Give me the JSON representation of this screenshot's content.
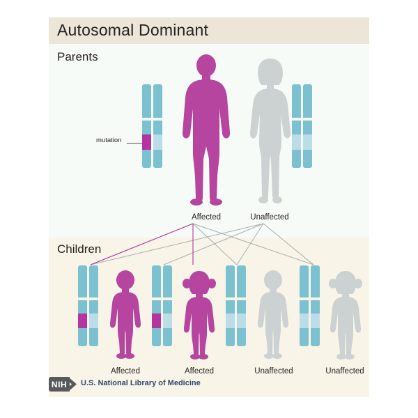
{
  "page": {
    "title": "Autosomal Dominant",
    "background_color": "#ffffff"
  },
  "colors": {
    "title_band": "#ece5d8",
    "parents_panel": "#f7fbf7",
    "children_panel": "#f8f4e8",
    "chromosome_teal": "#7cc1cf",
    "mutation_band": "#b4359f",
    "normal_band": "#bbdde7",
    "affected_figure": "#b5459f",
    "unaffected_figure": "#ccd1d1",
    "inheritance_line_affected": "#b4359f",
    "inheritance_line_normal": "#a9aeae",
    "leader_line": "#58595b",
    "text": "#231f20",
    "nih_box": "#58595b",
    "nih_text": "#2e4a6b"
  },
  "sections": {
    "parents": {
      "label": "Parents"
    },
    "children": {
      "label": "Children"
    }
  },
  "annotations": {
    "mutation_label": "mutation"
  },
  "parents": [
    {
      "id": "father",
      "sex": "male",
      "status": "Affected",
      "figure_color": "#b5459f",
      "chromosomes": {
        "left": {
          "band_type": "mutation",
          "band_color": "#b4359f"
        },
        "right": {
          "band_type": "normal",
          "band_color": "#bbdde7"
        }
      },
      "chromosome_side": "left"
    },
    {
      "id": "mother",
      "sex": "female",
      "status": "Unaffected",
      "figure_color": "#ccd1d1",
      "chromosomes": {
        "left": {
          "band_type": "normal",
          "band_color": "#bbdde7"
        },
        "right": {
          "band_type": "normal",
          "band_color": "#bbdde7"
        }
      },
      "chromosome_side": "right"
    }
  ],
  "children": [
    {
      "id": "child-1",
      "sex": "male",
      "status": "Affected",
      "figure_color": "#b5459f",
      "chromosomes": {
        "left": {
          "band_type": "mutation",
          "band_color": "#b4359f"
        },
        "right": {
          "band_type": "normal",
          "band_color": "#bbdde7"
        }
      }
    },
    {
      "id": "child-2",
      "sex": "female",
      "status": "Affected",
      "figure_color": "#b5459f",
      "chromosomes": {
        "left": {
          "band_type": "mutation",
          "band_color": "#b4359f"
        },
        "right": {
          "band_type": "normal",
          "band_color": "#bbdde7"
        }
      }
    },
    {
      "id": "child-3",
      "sex": "male",
      "status": "Unaffected",
      "figure_color": "#ccd1d1",
      "chromosomes": {
        "left": {
          "band_type": "normal",
          "band_color": "#bbdde7"
        },
        "right": {
          "band_type": "normal",
          "band_color": "#bbdde7"
        }
      }
    },
    {
      "id": "child-4",
      "sex": "female",
      "status": "Unaffected",
      "figure_color": "#ccd1d1",
      "chromosomes": {
        "left": {
          "band_type": "normal",
          "band_color": "#bbdde7"
        },
        "right": {
          "band_type": "normal",
          "band_color": "#bbdde7"
        }
      }
    }
  ],
  "footer": {
    "nih_mark": "NIH",
    "agency": "U.S. National Library of Medicine"
  }
}
